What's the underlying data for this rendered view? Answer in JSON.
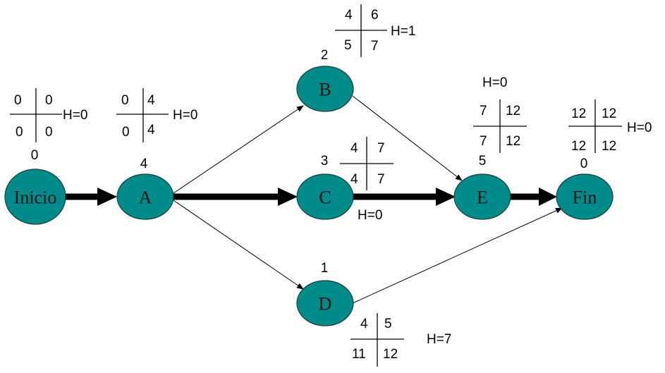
{
  "diagram": {
    "type": "PERT/CPM network",
    "colors": {
      "node_fill": "#008b8b",
      "edge": "#000000",
      "background": "#ffffff"
    },
    "nodes": [
      {
        "id": "inicio",
        "label": "Inicio",
        "duration": "0",
        "es": "0",
        "ef": "0",
        "ls": "0",
        "lf": "0",
        "slack": "H=0"
      },
      {
        "id": "a",
        "label": "A",
        "duration": "4",
        "es": "0",
        "ef": "4",
        "ls": "0",
        "lf": "4",
        "slack": "H=0"
      },
      {
        "id": "b",
        "label": "B",
        "duration": "2",
        "es": "4",
        "ef": "6",
        "ls": "5",
        "lf": "7",
        "slack": "H=1"
      },
      {
        "id": "c",
        "label": "C",
        "duration": "3",
        "es": "4",
        "ef": "7",
        "ls": "4",
        "lf": "7",
        "slack": "H=0"
      },
      {
        "id": "d",
        "label": "D",
        "duration": "1",
        "es": "4",
        "ef": "5",
        "ls": "11",
        "lf": "12",
        "slack": "H=7"
      },
      {
        "id": "e",
        "label": "E",
        "duration": "5",
        "es": "7",
        "ef": "12",
        "ls": "7",
        "lf": "12",
        "slack": "H=0"
      },
      {
        "id": "fin",
        "label": "Fin",
        "duration": "0",
        "es": "12",
        "ef": "12",
        "ls": "12",
        "lf": "12",
        "slack": "H=0"
      }
    ],
    "edges": [
      {
        "from": "Inicio",
        "to": "A",
        "critical": true
      },
      {
        "from": "A",
        "to": "B",
        "critical": false
      },
      {
        "from": "A",
        "to": "C",
        "critical": true
      },
      {
        "from": "A",
        "to": "D",
        "critical": false
      },
      {
        "from": "B",
        "to": "E",
        "critical": false
      },
      {
        "from": "C",
        "to": "E",
        "critical": true
      },
      {
        "from": "D",
        "to": "Fin",
        "critical": false
      },
      {
        "from": "E",
        "to": "Fin",
        "critical": true
      }
    ]
  }
}
